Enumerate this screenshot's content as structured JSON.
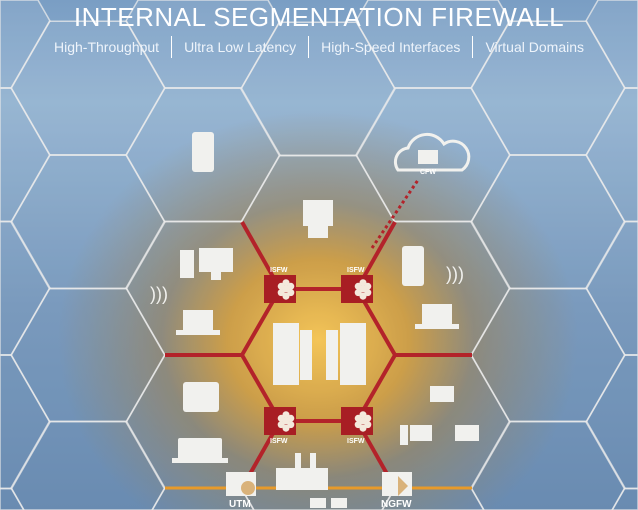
{
  "title": "INTERNAL SEGMENTATION FIREWALL",
  "features": [
    "High-Throughput",
    "Ultra Low Latency",
    "High-Speed Interfaces",
    "Virtual Domains"
  ],
  "nodes": {
    "isfw": "ISFW",
    "cfw": "CFW",
    "utm": "UTM",
    "ngfw": "NGFW"
  },
  "colors": {
    "link": "#b3232a",
    "edge_link": "#e79a2a",
    "hex_stroke": "#e6e6e6"
  }
}
